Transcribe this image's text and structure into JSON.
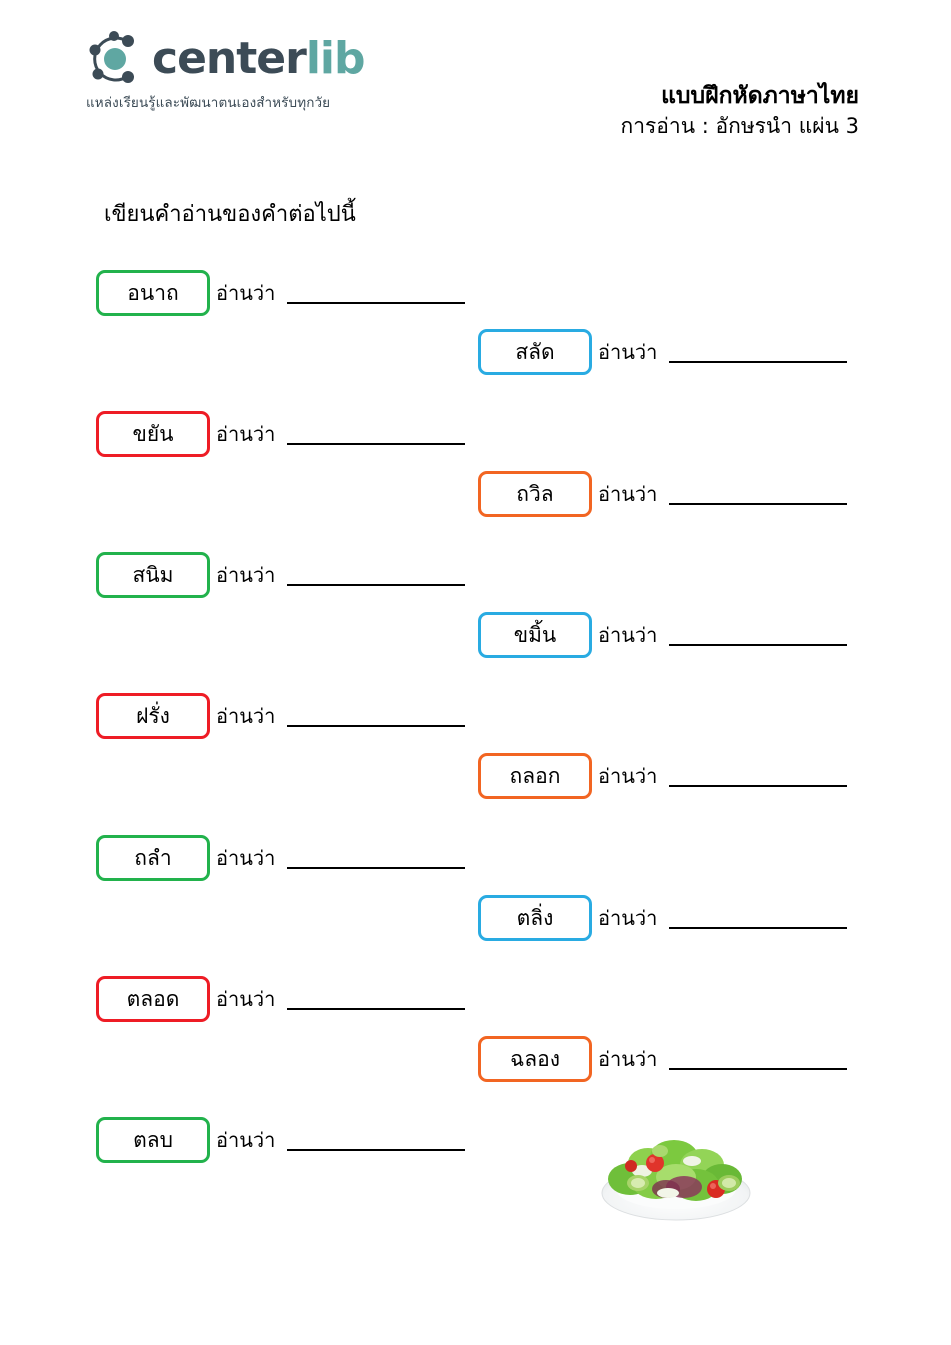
{
  "brand": {
    "mark_icon": "centerlib-atom-icon",
    "name_part1": "center",
    "name_part2": "lib",
    "tagline": "แหล่งเรียนรู้และพัฒนาตนเองสำหรับทุกวัย",
    "color_dark": "#3c4b56",
    "color_teal": "#5fa7a2"
  },
  "header": {
    "title": "แบบฝึกหัดภาษาไทย",
    "subtitle": "การอ่าน : อักษรนำ แผ่น 3"
  },
  "instruction": "เขียนคำอ่านของคำต่อไปนี้",
  "labels": {
    "reads_as": "อ่านว่า"
  },
  "colors": {
    "green": "#22b24c",
    "red": "#ee1c25",
    "blue": "#29abe2",
    "orange": "#f26522"
  },
  "items": [
    {
      "word": "อนาถ",
      "color": "green",
      "column": "left",
      "reads_as": "อ่านว่า",
      "answer": ""
    },
    {
      "word": "สลัด",
      "color": "blue",
      "column": "right",
      "reads_as": "อ่านว่า",
      "answer": ""
    },
    {
      "word": "ขยัน",
      "color": "red",
      "column": "left",
      "reads_as": "อ่านว่า",
      "answer": ""
    },
    {
      "word": "ถวิล",
      "color": "orange",
      "column": "right",
      "reads_as": "อ่านว่า",
      "answer": ""
    },
    {
      "word": "สนิม",
      "color": "green",
      "column": "left",
      "reads_as": "อ่านว่า",
      "answer": ""
    },
    {
      "word": "ขมิ้น",
      "color": "blue",
      "column": "right",
      "reads_as": "อ่านว่า",
      "answer": ""
    },
    {
      "word": "ฝรั่ง",
      "color": "red",
      "column": "left",
      "reads_as": "อ่านว่า",
      "answer": ""
    },
    {
      "word": "ถลอก",
      "color": "orange",
      "column": "right",
      "reads_as": "อ่านว่า",
      "answer": ""
    },
    {
      "word": "ถลำ",
      "color": "green",
      "column": "left",
      "reads_as": "อ่านว่า",
      "answer": ""
    },
    {
      "word": "ตลิ่ง",
      "color": "blue",
      "column": "right",
      "reads_as": "อ่านว่า",
      "answer": ""
    },
    {
      "word": "ตลอด",
      "color": "red",
      "column": "left",
      "reads_as": "อ่านว่า",
      "answer": ""
    },
    {
      "word": "ฉลอง",
      "color": "orange",
      "column": "right",
      "reads_as": "อ่านว่า",
      "answer": ""
    },
    {
      "word": "ตลบ",
      "color": "green",
      "column": "left",
      "reads_as": "อ่านว่า",
      "answer": ""
    }
  ],
  "decoration": {
    "image_name": "salad-plate-photo"
  }
}
